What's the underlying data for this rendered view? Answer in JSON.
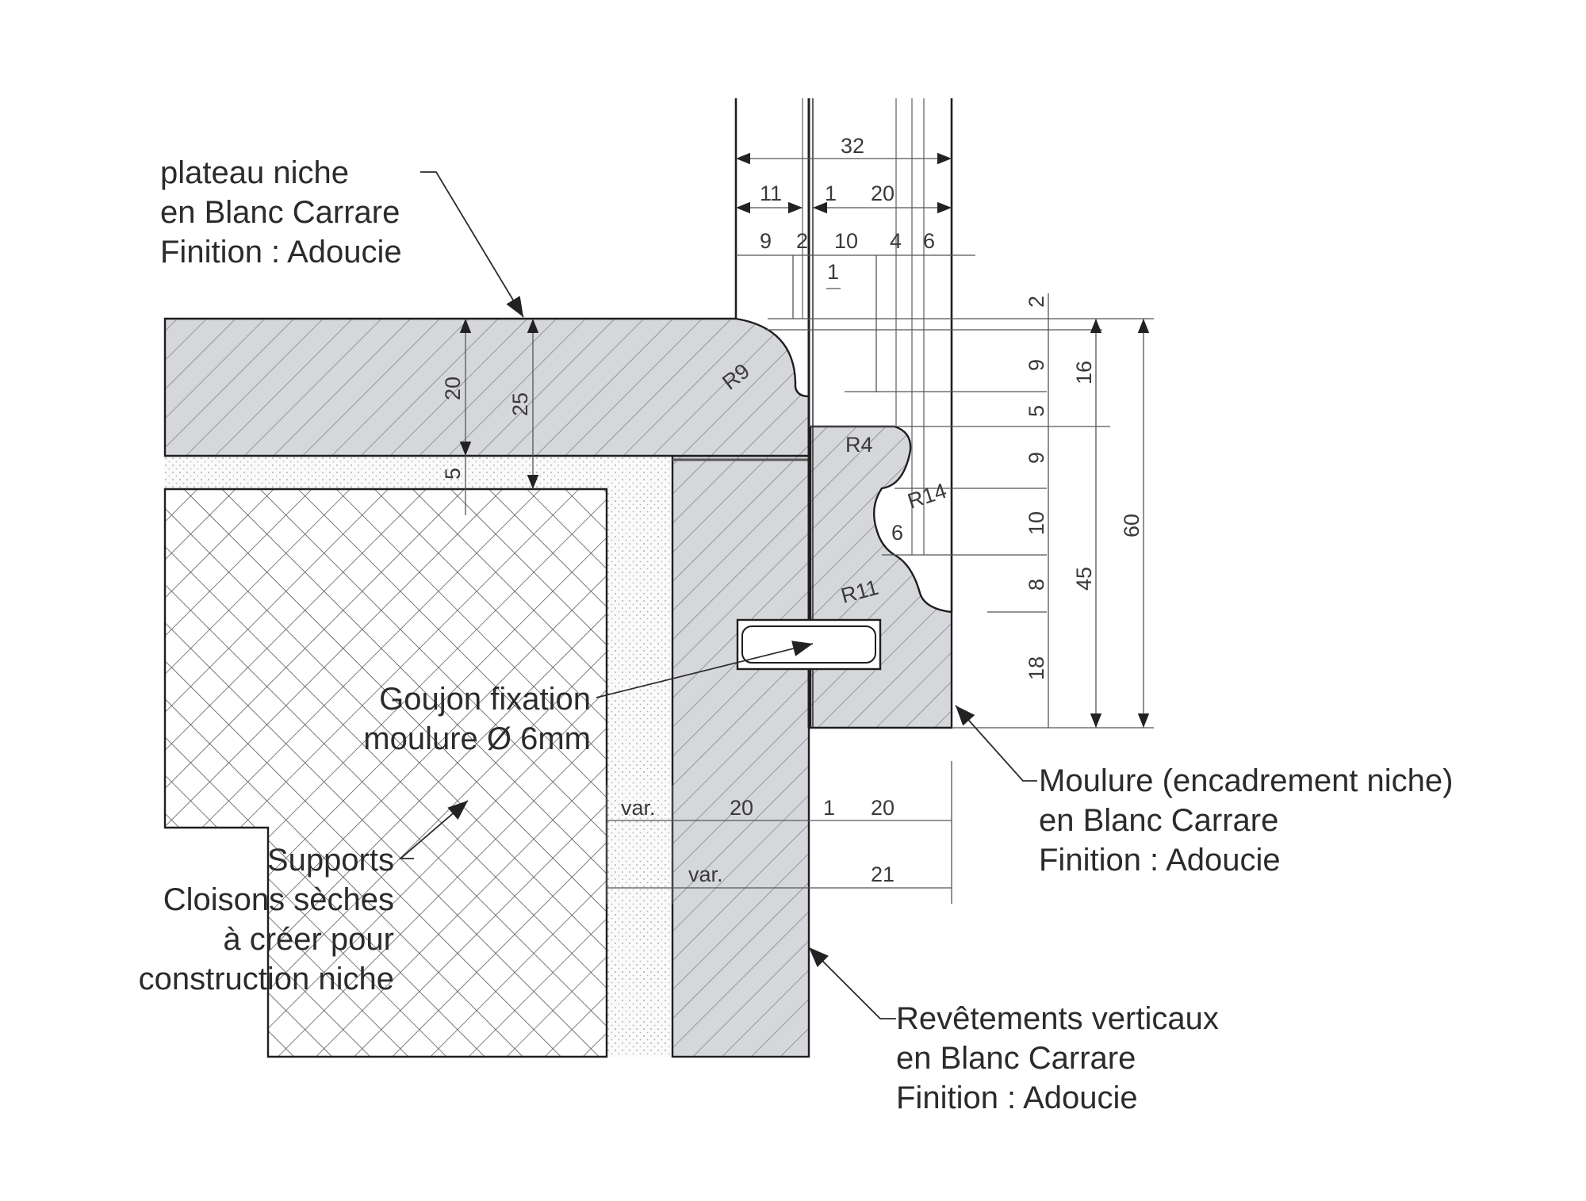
{
  "labels": {
    "plateau": [
      "plateau niche",
      "en Blanc Carrare",
      "Finition : Adoucie"
    ],
    "moulure": [
      "Moulure (encadrement niche)",
      "en Blanc Carrare",
      "Finition : Adoucie"
    ],
    "revetements": [
      "Revêtements verticaux",
      "en Blanc Carrare",
      "Finition : Adoucie"
    ],
    "goujon": [
      "Goujon fixation",
      "moulure Ø 6mm"
    ],
    "supports": [
      "Supports",
      "Cloisons sèches",
      "à créer pour",
      "construction niche"
    ]
  },
  "dims": {
    "top_32": "32",
    "top_11": "11",
    "top_1": "1",
    "top_20": "20",
    "top_9": "9",
    "top_2": "2",
    "top_10": "10",
    "top_4": "4",
    "top_6": "6",
    "top_1b": "1",
    "r9": "R9",
    "r4": "R4",
    "r14": "R14",
    "r11": "R11",
    "d6": "6",
    "plateau_20": "20",
    "plateau_25": "25",
    "plateau_5": "5",
    "right_2": "2",
    "right_9a": "9",
    "right_5": "5",
    "right_9b": "9",
    "right_10": "10",
    "right_8": "8",
    "right_18": "18",
    "right_16": "16",
    "right_45": "45",
    "right_60": "60",
    "bot_var": "var.",
    "bot_20": "20",
    "bot_1": "1",
    "bot_20b": "20",
    "bot_var2": "var.",
    "bot_21": "21"
  },
  "colors": {
    "stone": "#d5d7db",
    "hatch": "#7d7f84",
    "ink": "#1e1e1e"
  }
}
